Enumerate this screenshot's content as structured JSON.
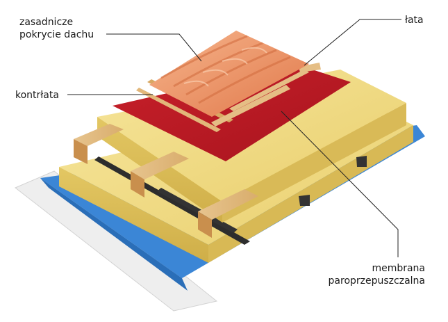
{
  "labels": {
    "roof_covering": [
      "zasadnicze",
      "pokrycie dachu"
    ],
    "batten": "łata",
    "counter_batten": "kontrłata",
    "membrane": [
      "membrana",
      "paroprzepuszczalna"
    ]
  }
}
